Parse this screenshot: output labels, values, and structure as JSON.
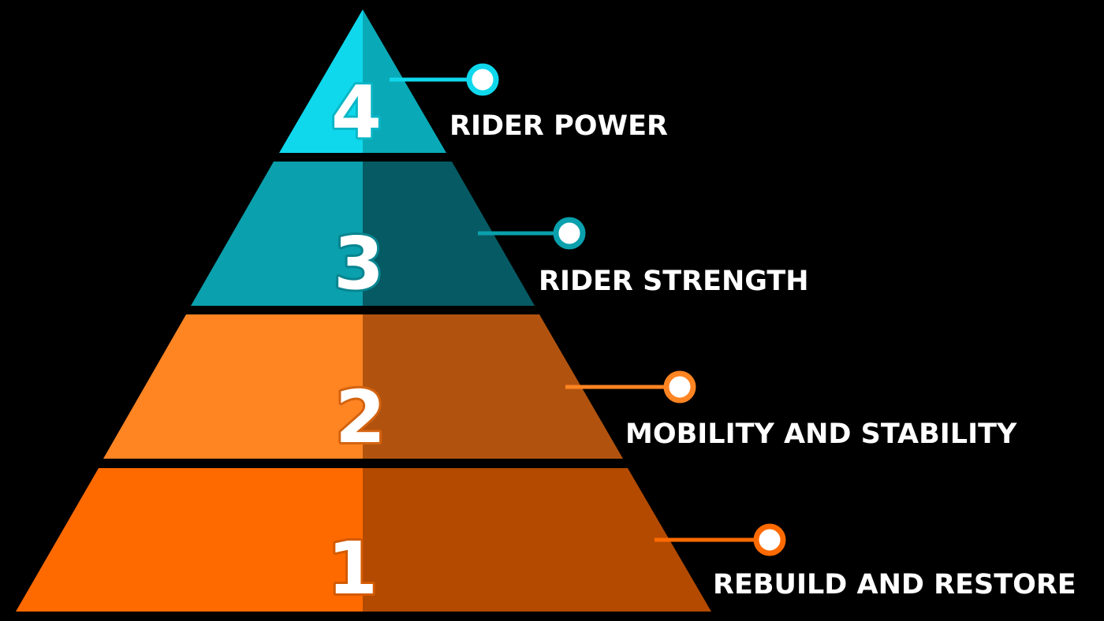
{
  "pyramid": {
    "tiers": [
      {
        "number": "4",
        "label": "RIDER POWER",
        "color_light": "#0fd8ec",
        "color_dark": "#0aa9b7",
        "outline": "#0bb6c6"
      },
      {
        "number": "3",
        "label": "RIDER STRENGTH",
        "color_light": "#0aa0ad",
        "color_dark": "#065a63",
        "outline": "#078590"
      },
      {
        "number": "2",
        "label": "MOBILITY AND STABILITY",
        "color_light": "#ff8422",
        "color_dark": "#b1530f",
        "outline": "#d4630f"
      },
      {
        "number": "1",
        "label": "REBUILD AND RESTORE",
        "color_light": "#ff6a00",
        "color_dark": "#b34a00",
        "outline": "#d45a00"
      }
    ]
  },
  "colors": {
    "background": "#000000",
    "text": "#ffffff"
  }
}
